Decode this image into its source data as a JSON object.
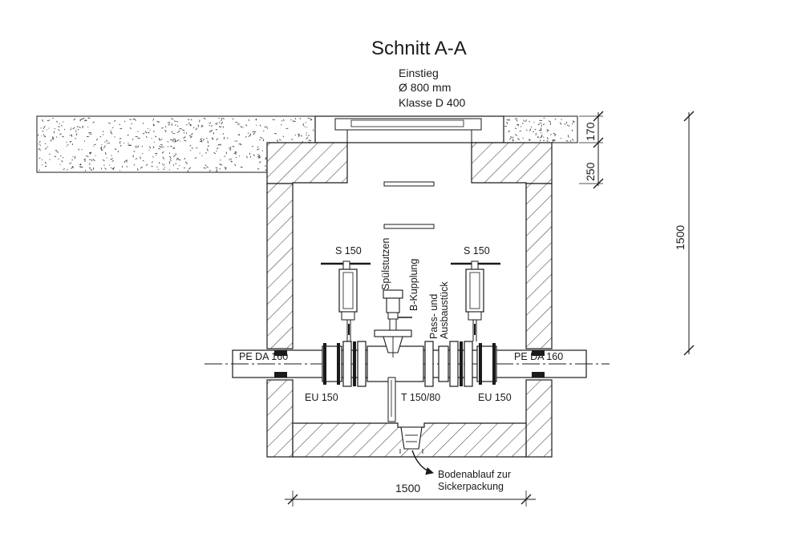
{
  "title": "Schnitt A-A",
  "manhole": {
    "line1": "Einstieg",
    "line2": "Ø 800 mm",
    "line3": "Klasse D 400"
  },
  "dimensions": {
    "top_layer": "170",
    "roof_slab": "250",
    "height": "1500",
    "width": "1500"
  },
  "labels": {
    "valve_left": "S 150",
    "valve_right": "S 150",
    "flush_nozzle": "Spülstutzen",
    "coupling": "B-Kupplung",
    "adapter_line1": "Pass- und",
    "adapter_line2": "Ausbaustück",
    "pipe_left": "PE DA 160",
    "pipe_right": "PE DA 160",
    "eu_left": "EU 150",
    "eu_right": "EU 150",
    "tee": "T 150/80",
    "drain_line1": "Bodenablauf zur",
    "drain_line2": "Sickerpackung"
  }
}
